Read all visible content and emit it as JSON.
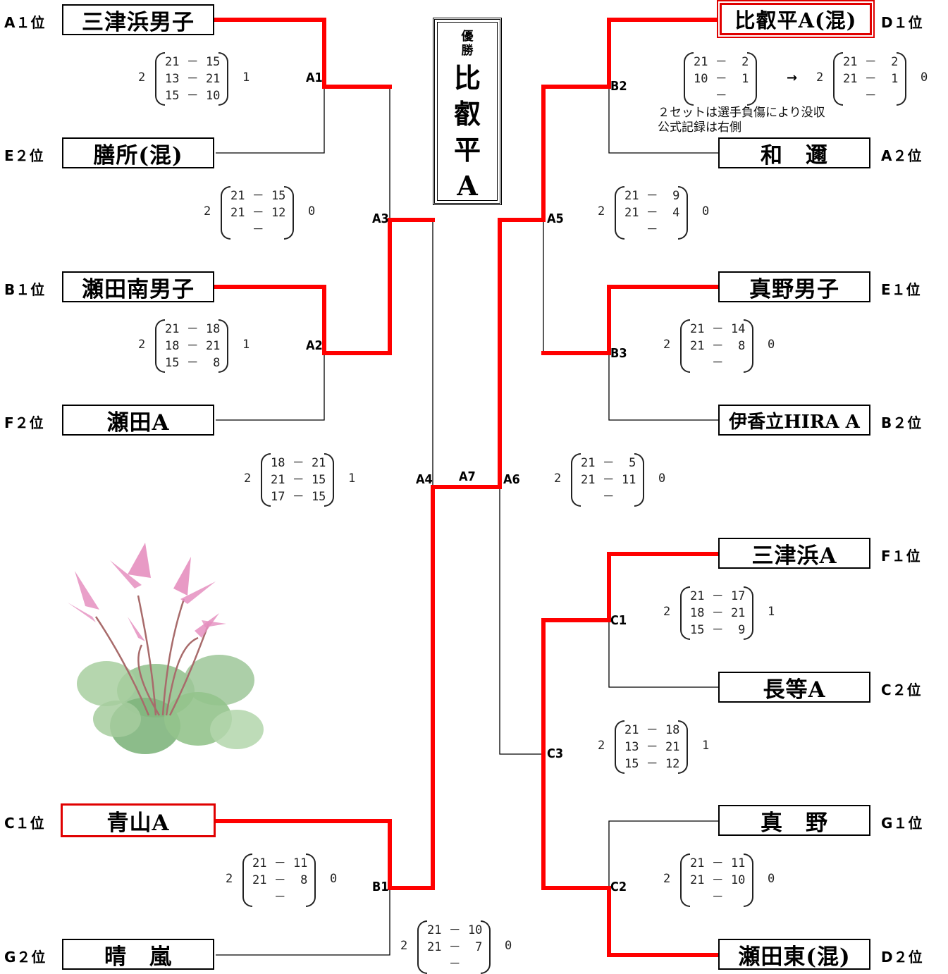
{
  "winner": {
    "title_line1": "優",
    "title_line2": "勝",
    "name": [
      "比",
      "叡",
      "平",
      "A"
    ]
  },
  "teams": {
    "t1": {
      "name": "三津浜男子",
      "rank": "A１位"
    },
    "t2": {
      "name": "膳所(混)",
      "rank": "E２位"
    },
    "t3": {
      "name": "瀬田南男子",
      "rank": "B１位"
    },
    "t4": {
      "name": "瀬田A",
      "rank": "F２位"
    },
    "t5": {
      "name": "青山A",
      "rank": "C１位"
    },
    "t6": {
      "name": "晴　嵐",
      "rank": "G２位"
    },
    "t7": {
      "name": "比叡平A(混)",
      "rank": "D１位"
    },
    "t8": {
      "name": "和　邇",
      "rank": "A２位"
    },
    "t9": {
      "name": "真野男子",
      "rank": "E１位"
    },
    "t10": {
      "name": "伊香立HIRA A",
      "rank": "B２位"
    },
    "t11": {
      "name": "三津浜A",
      "rank": "F１位"
    },
    "t12": {
      "name": "長等A",
      "rank": "C２位"
    },
    "t13": {
      "name": "真　野",
      "rank": "G１位"
    },
    "t14": {
      "name": "瀬田東(混)",
      "rank": "D２位"
    }
  },
  "match_labels": {
    "A1": "A1",
    "A2": "A2",
    "A3": "A3",
    "A4": "A4",
    "A5": "A5",
    "A6": "A6",
    "A7": "A7",
    "B1": "B1",
    "B2": "B2",
    "B3": "B3",
    "C1": "C1",
    "C2": "C2",
    "C3": "C3"
  },
  "scores": {
    "A1": {
      "left": "2",
      "right": "1",
      "rows": [
        "21 － 15",
        "13 － 21",
        "15 － 10"
      ]
    },
    "A2": {
      "left": "2",
      "right": "1",
      "rows": [
        "21 － 18",
        "18 － 21",
        "15 －  8"
      ]
    },
    "A3": {
      "left": "2",
      "right": "0",
      "rows": [
        "21 － 15",
        "21 － 12",
        "   －   "
      ]
    },
    "A4": {
      "left": "2",
      "right": "1",
      "rows": [
        "18 － 21",
        "21 － 15",
        "17 － 15"
      ]
    },
    "B1": {
      "left": "2",
      "right": "0",
      "rows": [
        "21 － 11",
        "21 －  8",
        "   －   "
      ]
    },
    "B1b": {
      "left": "2",
      "right": "0",
      "rows": [
        "21 － 10",
        "21 －  7",
        "   －   "
      ]
    },
    "B2raw": {
      "left": "",
      "right": "",
      "rows": [
        "21 －  2",
        "10 －  1",
        "   －   "
      ]
    },
    "B2": {
      "left": "2",
      "right": "0",
      "rows": [
        "21 －  2",
        "21 －  1",
        "   －   "
      ]
    },
    "A5": {
      "left": "2",
      "right": "0",
      "rows": [
        "21 －  9",
        "21 －  4",
        "   －   "
      ]
    },
    "B3": {
      "left": "2",
      "right": "0",
      "rows": [
        "21 － 14",
        "21 －  8",
        "   －   "
      ]
    },
    "A6": {
      "left": "2",
      "right": "0",
      "rows": [
        "21 －  5",
        "21 － 11",
        "   －   "
      ]
    },
    "C1": {
      "left": "2",
      "right": "1",
      "rows": [
        "21 － 17",
        "18 － 21",
        "15 －  9"
      ]
    },
    "C3": {
      "left": "2",
      "right": "1",
      "rows": [
        "21 － 18",
        "13 － 21",
        "15 － 12"
      ]
    },
    "C2": {
      "left": "2",
      "right": "0",
      "rows": [
        "21 － 11",
        "21 － 10",
        "   －   "
      ]
    }
  },
  "note": {
    "line1": "２セットは選手負傷により没収",
    "line2": "公式記録は右側",
    "arrow": "→"
  },
  "colors": {
    "win_line": "#ff0000",
    "lose_line": "#000000"
  }
}
